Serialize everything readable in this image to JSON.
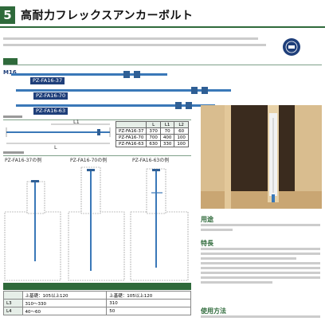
{
  "header": {
    "chapter_number": "5",
    "title": "高耐力フレックスアンカーボルト"
  },
  "badge": {
    "text": ""
  },
  "section_label": "",
  "series": {
    "size_label": "M16"
  },
  "bolts": [
    {
      "label": "PZ-FA16-37"
    },
    {
      "label": "PZ-FA16-70"
    },
    {
      "label": "PZ-FA16-63"
    }
  ],
  "dims_table": {
    "headers": [
      "",
      "L",
      "L1",
      "L2"
    ],
    "rows": [
      [
        "PZ-FA16-37",
        "370",
        "70",
        "60"
      ],
      [
        "PZ-FA16-70",
        "700",
        "400",
        "100"
      ],
      [
        "PZ-FA16-63",
        "630",
        "330",
        "100"
      ]
    ]
  },
  "examples": [
    {
      "label": "PZ-FA16-37の例"
    },
    {
      "label": "PZ-FA16-70の例"
    },
    {
      "label": "PZ-FA16-63の例"
    }
  ],
  "bottom_table": {
    "rows": [
      [
        "",
        "上基礎：105以上120",
        "上基礎：105以上120"
      ],
      [
        "L3",
        "310～330",
        "310"
      ],
      [
        "L4",
        "40～60",
        "50"
      ]
    ]
  },
  "side": {
    "heading1": "用途",
    "heading2": "特長",
    "heading3": "使用方法"
  },
  "colors": {
    "brand_green": "#2f6a3b",
    "bolt_blue": "#3a78b8",
    "label_navy": "#1f3f7a"
  }
}
